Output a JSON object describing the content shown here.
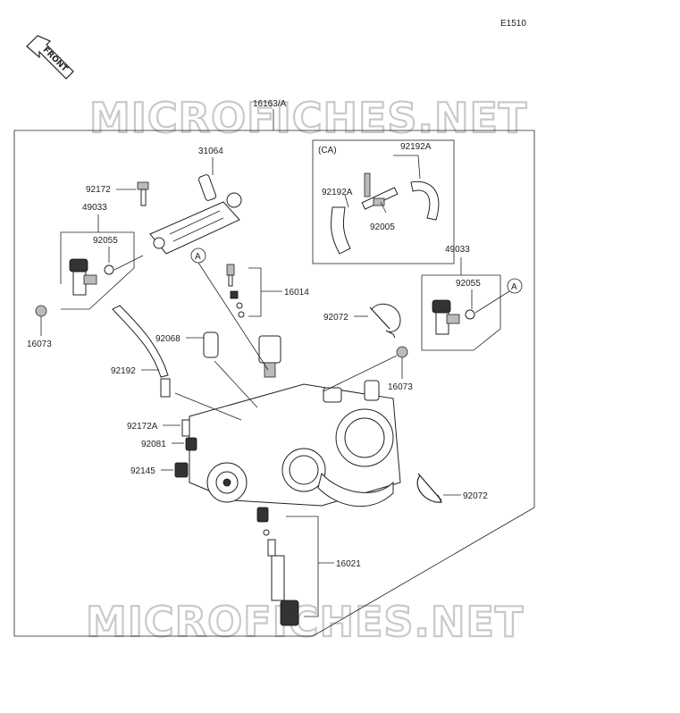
{
  "diagram": {
    "code": "E1510",
    "front_label": "FRONT",
    "watermark": "MICROFICHES.NET",
    "assembly_number": "16163/A",
    "ca_label": "(CA)",
    "ref_marker": "A",
    "parts": {
      "p31064": "31064",
      "p92172": "92172",
      "p49033_left": "49033",
      "p92055_left": "92055",
      "p16073_left": "16073",
      "p16014": "16014",
      "p92068": "92068",
      "p92192": "92192",
      "p92172A": "92172A",
      "p92081": "92081",
      "p92145": "92145",
      "p16021": "16021",
      "p92072_top": "92072",
      "p92072_bottom": "92072",
      "p49033_right": "49033",
      "p92055_right": "92055",
      "p16073_right": "16073",
      "p92192A_top": "92192A",
      "p92192A_left": "92192A",
      "p92005": "92005"
    }
  }
}
